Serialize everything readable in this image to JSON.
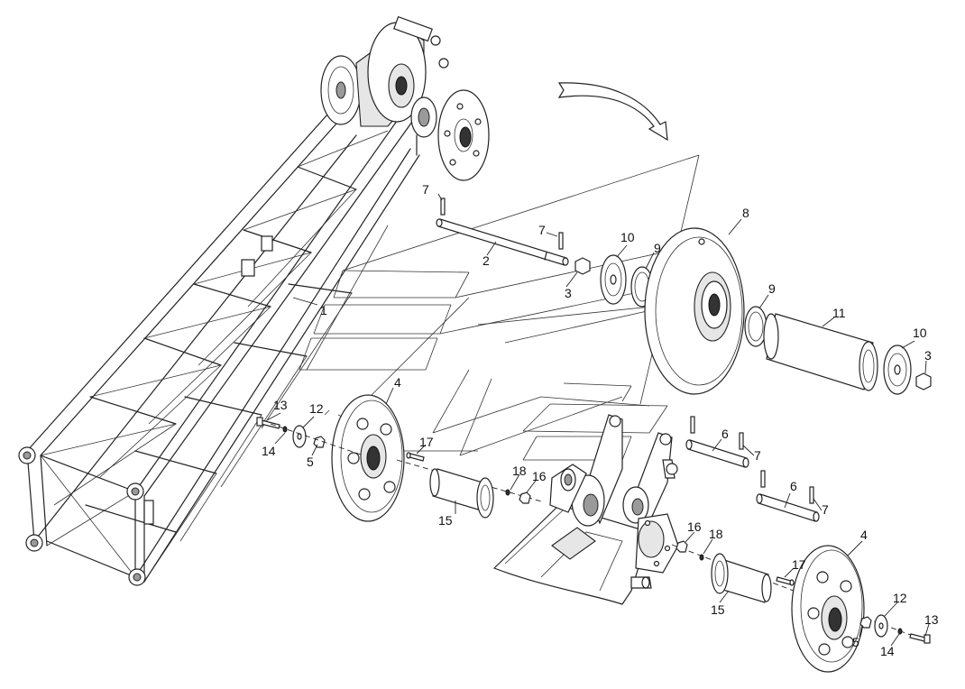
{
  "diagram": {
    "callouts": [
      "1",
      "2",
      "3",
      "3",
      "4",
      "4",
      "5",
      "5",
      "6",
      "6",
      "7",
      "7",
      "7",
      "7",
      "8",
      "9",
      "9",
      "10",
      "10",
      "11",
      "12",
      "12",
      "13",
      "13",
      "14",
      "14",
      "15",
      "15",
      "16",
      "16",
      "17",
      "17",
      "18",
      "18"
    ]
  }
}
